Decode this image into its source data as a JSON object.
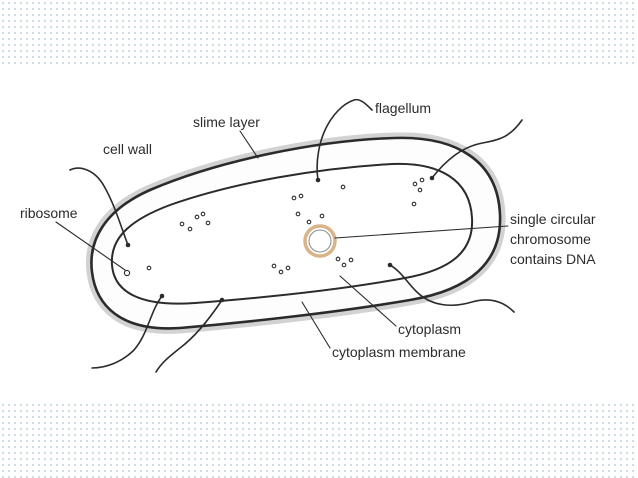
{
  "diagram": {
    "labels": {
      "flagellum": "flagellum",
      "slime_layer": "slime layer",
      "cell_wall": "cell wall",
      "ribosome": "ribosome",
      "chromosome_line1": "single circular",
      "chromosome_line2": "chromosome",
      "chromosome_line3": "contains DNA",
      "cytoplasm": "cytoplasm",
      "cytoplasm_membrane": "cytoplasm membrane"
    },
    "colors": {
      "ink": "#2b2b2b",
      "slime": "#d2d2d2",
      "chromosome_ring": "#d9b489",
      "dots_background": "#c9dbe6"
    }
  }
}
